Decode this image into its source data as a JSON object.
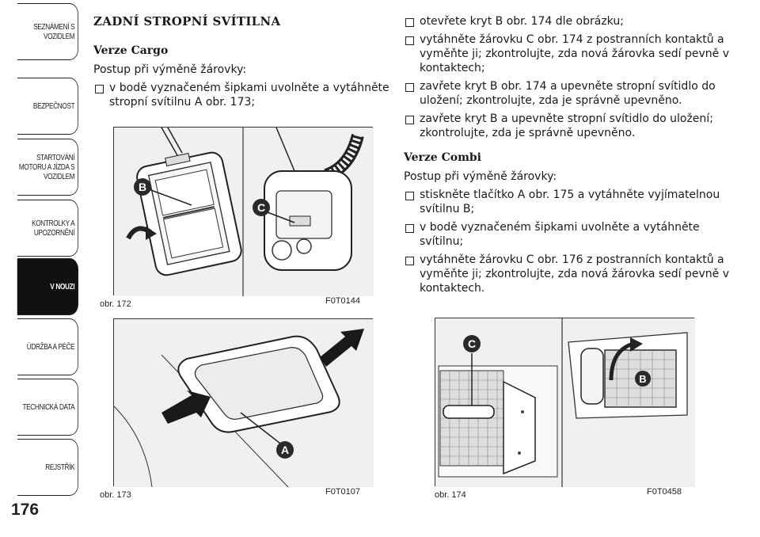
{
  "sidebar": {
    "tabs": [
      {
        "label": "SEZNÁMENÍ S\nVOZIDLEM",
        "active": false
      },
      {
        "label": "BEZPEČNOST",
        "active": false
      },
      {
        "label": "STARTOVÁNÍ\nMOTORU A JÍZDA S\nVOZIDLEM",
        "active": false
      },
      {
        "label": "KONTROLKY A\nUPOZORNĚNÍ",
        "active": false
      },
      {
        "label": "V NOUZI",
        "active": true
      },
      {
        "label": "ÚDRŽBA A PÉČE",
        "active": false
      },
      {
        "label": "TECHNICKÁ DATA",
        "active": false
      },
      {
        "label": "REJSTŘÍK",
        "active": false
      }
    ],
    "page_number": "176"
  },
  "left": {
    "title": "ZADNÍ STROPNÍ SVÍTILNA",
    "subtitle": "Verze Cargo",
    "intro": "Postup při výměně žárovky:",
    "bullets": [
      "v bodě vyznačeném šipkami uvolněte a vytáhněte stropní svítilnu A obr. 173;"
    ]
  },
  "right": {
    "bullets_top": [
      "otevřete kryt B obr. 174 dle obrázku;",
      "vytáhněte žárovku C obr. 174 z postranních kontaktů a vyměňte ji; zkontrolujte, zda nová žárovka sedí pevně v kontaktech;",
      "zavřete kryt B obr. 174 a upevněte stropní svítidlo do uložení; zkontrolujte, zda je správně upevněno.",
      "zavřete kryt B a upevněte stropní svítidlo do uložení; zkontrolujte, zda je správně upevněno."
    ],
    "subtitle": "Verze Combi",
    "intro": "Postup při výměně žárovky:",
    "bullets_bottom": [
      "stiskněte tlačítko A obr. 175 a vytáhněte vyjímatelnou svítilnu B;",
      "v bodě vyznačeném šipkami uvolněte a vytáhněte svítilnu;",
      "vytáhněte žárovku C obr. 176 z postranních kontaktů a vyměňte ji; zkontrolujte, zda nová žárovka sedí pevně v kontaktech."
    ]
  },
  "figures": {
    "fig172": {
      "caption": "obr. 172",
      "code": "F0T0144",
      "labels": [
        "B",
        "C"
      ]
    },
    "fig173": {
      "caption": "obr. 173",
      "code": "F0T0107",
      "labels": [
        "A"
      ]
    },
    "fig174": {
      "caption": "obr. 174",
      "code": "F0T0458",
      "labels": [
        "C",
        "B"
      ]
    }
  },
  "colors": {
    "active_tab": "#111111",
    "figure_bg": "#f2f2f2",
    "label_badge": "#2a2a2a"
  }
}
